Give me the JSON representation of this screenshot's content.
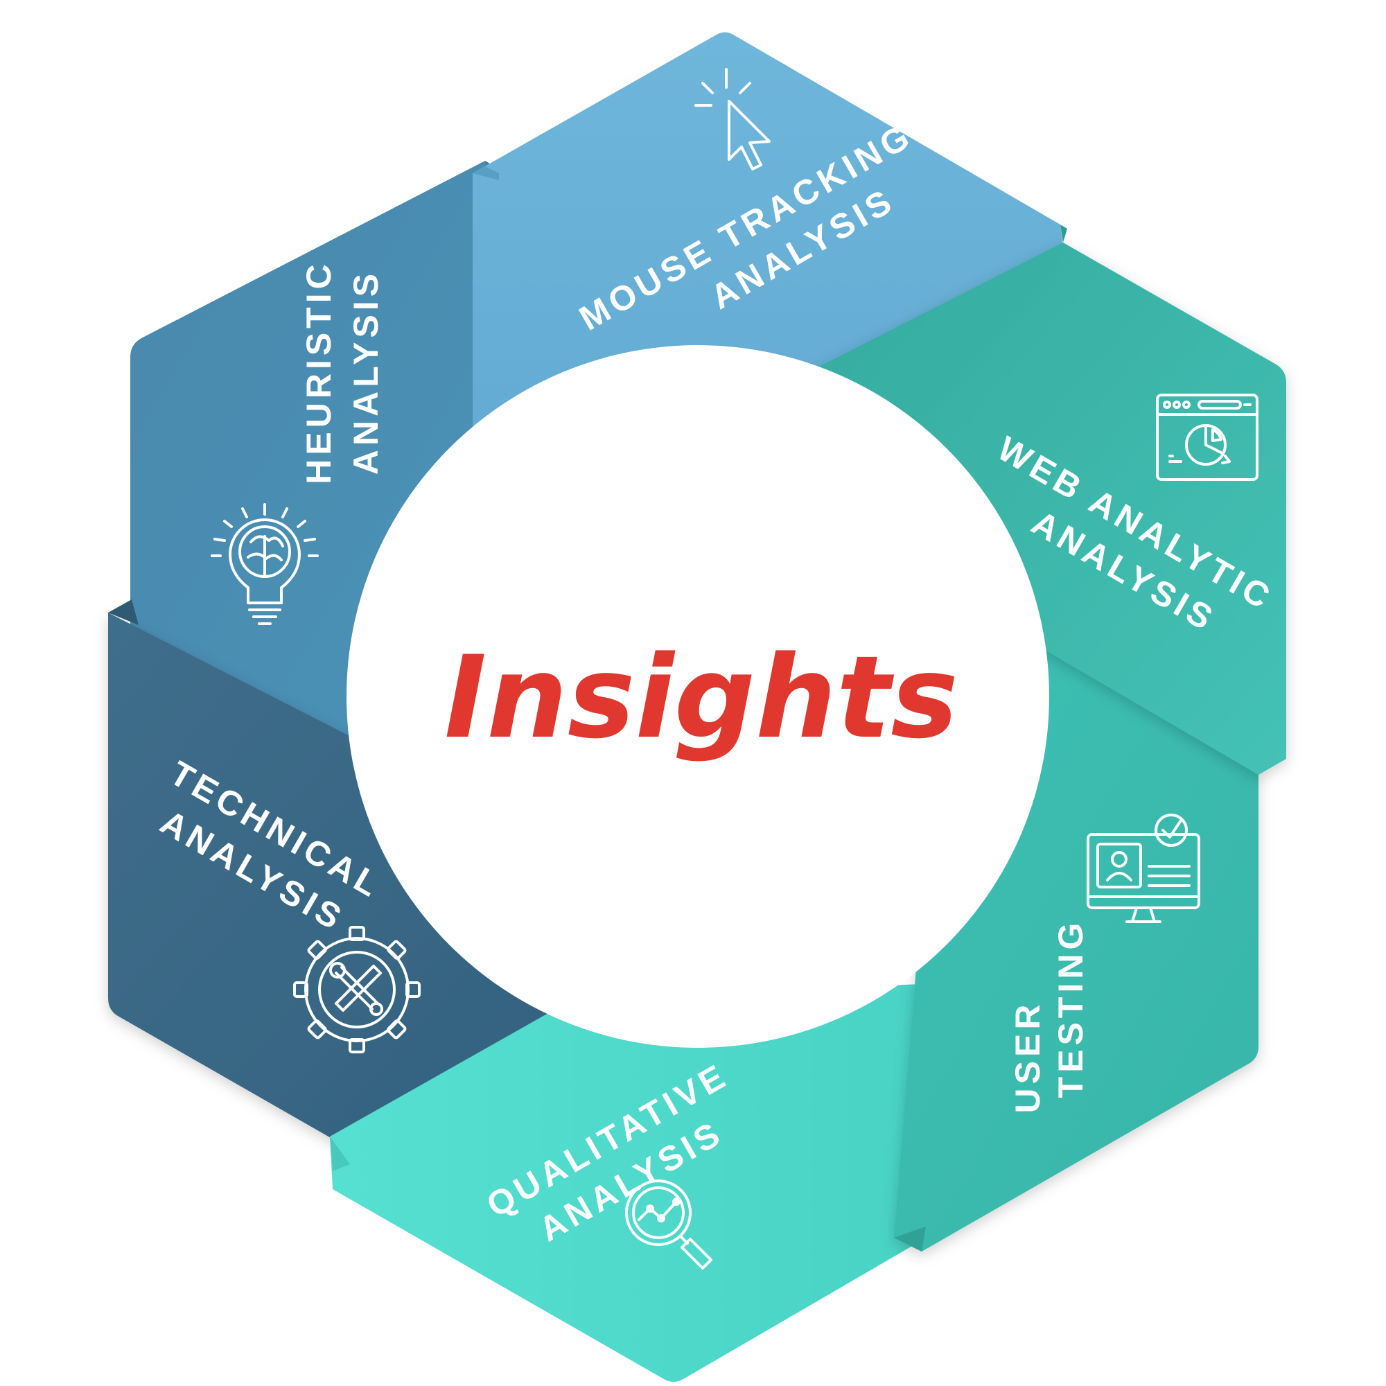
{
  "center": {
    "title": "Insights",
    "color": "#e0382e"
  },
  "segments": [
    {
      "id": "mouse",
      "lines": [
        "MOUSE TRACKING",
        "ANALYSIS"
      ],
      "icon": "cursor-click-icon",
      "color": "#6ab1d6"
    },
    {
      "id": "web",
      "lines": [
        "WEB ANALYTIC",
        "ANALYSIS"
      ],
      "icon": "browser-chart-icon",
      "color": "#3fbcb0"
    },
    {
      "id": "user",
      "lines": [
        "USER",
        "TESTING"
      ],
      "icon": "monitor-user-check-icon",
      "color": "#3cbfb2"
    },
    {
      "id": "qual",
      "lines": [
        "QUALITATIVE",
        "ANALYSIS"
      ],
      "icon": "magnifier-chart-icon",
      "color": "#4fdbcd"
    },
    {
      "id": "tech",
      "lines": [
        "TECHNICAL",
        "ANALYSIS"
      ],
      "icon": "gear-tools-icon",
      "color": "#3d6a86"
    },
    {
      "id": "heur",
      "lines": [
        "HEURISTIC",
        "ANALYSIS"
      ],
      "icon": "lightbulb-brain-icon",
      "color": "#4a8db2"
    }
  ]
}
